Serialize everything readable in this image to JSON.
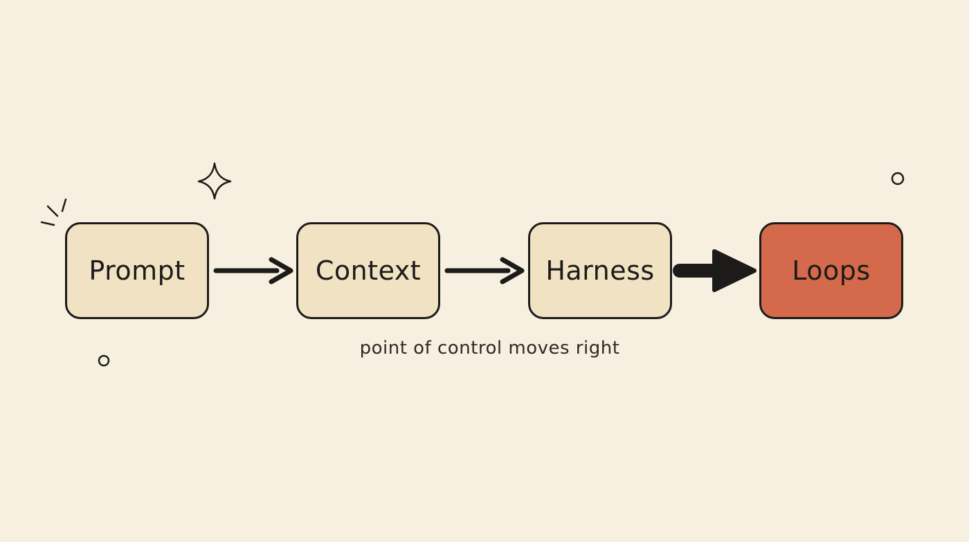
{
  "diagram": {
    "nodes": [
      {
        "label": "Prompt"
      },
      {
        "label": "Context"
      },
      {
        "label": "Harness"
      },
      {
        "label": "Loops"
      }
    ],
    "caption": "point of control moves right"
  },
  "colors": {
    "background": "#f7f0e0",
    "node_fill": "#f0e2c2",
    "highlight_fill": "#d4694c",
    "ink": "#1c1b19"
  },
  "decorations": [
    "sparkle-icon",
    "burst-lines-icon",
    "circle-icon"
  ]
}
